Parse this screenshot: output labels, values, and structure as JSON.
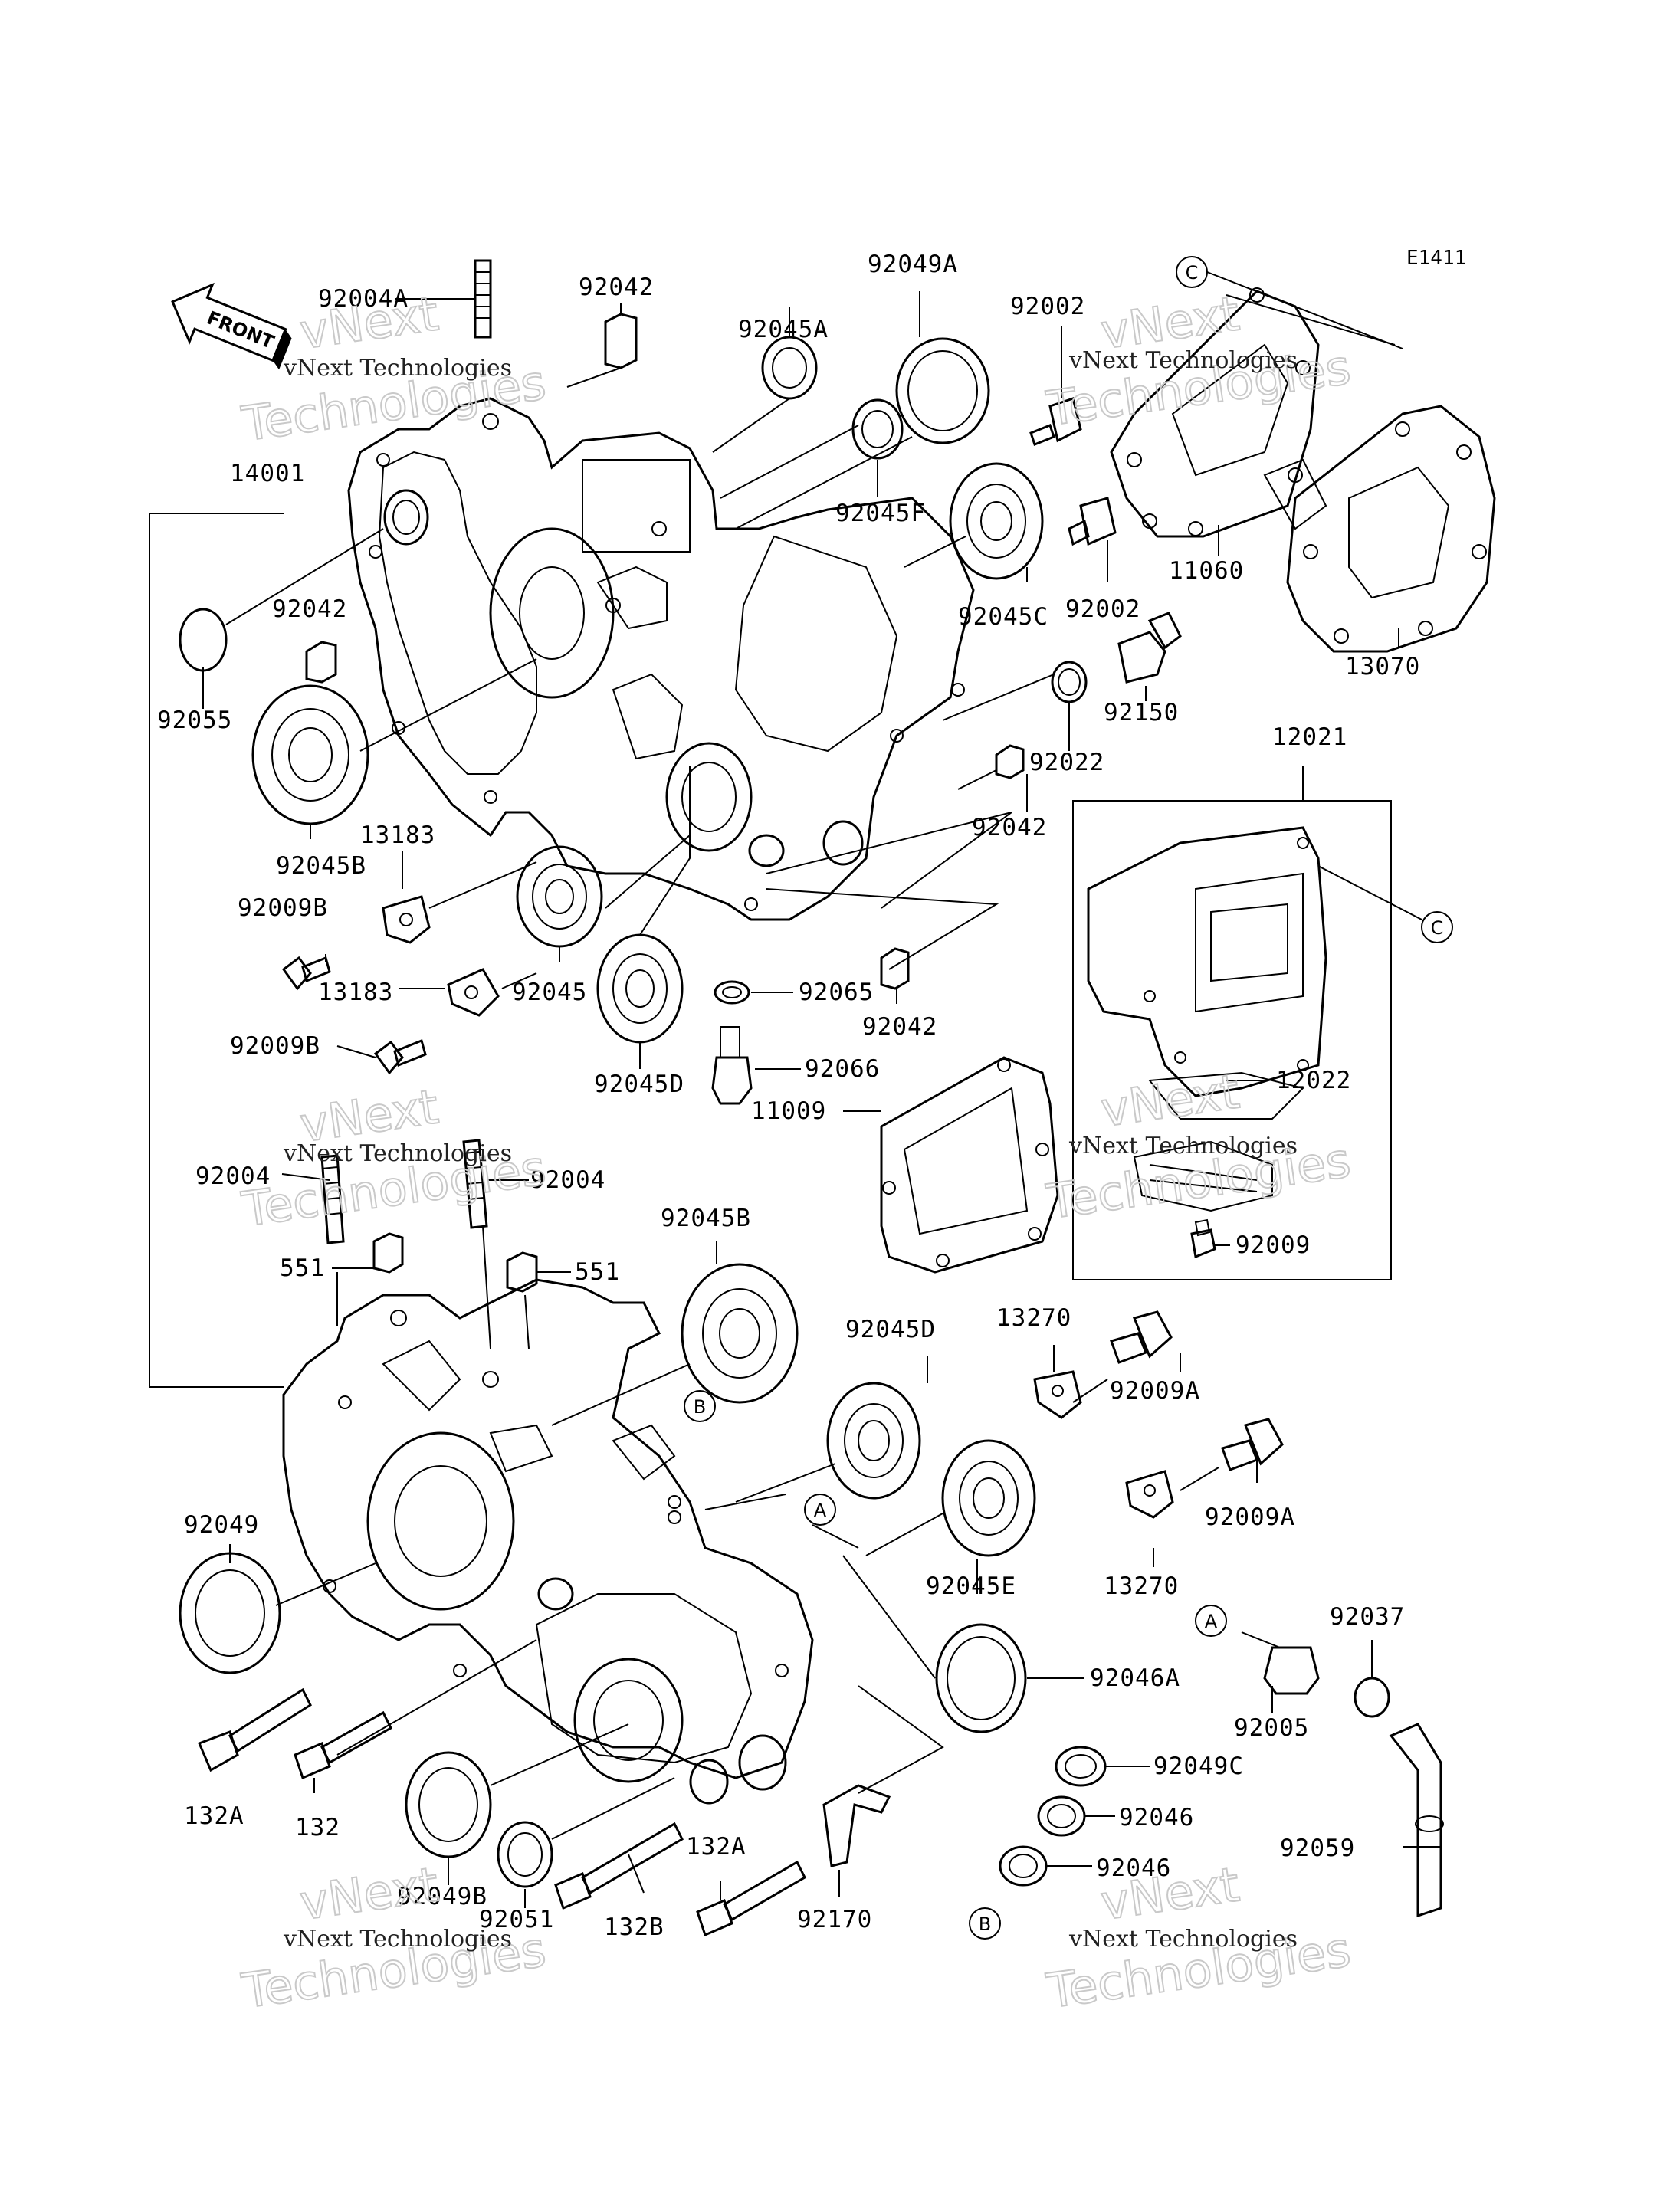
{
  "diagram_code": "E1411",
  "front_label": "FRONT",
  "watermark": {
    "line1": "vNext Technologies",
    "line2": "vNext",
    "line3": "Technologies"
  },
  "callout_letters": [
    "A",
    "B",
    "C"
  ],
  "labels": [
    "92004A",
    "92042",
    "92045A",
    "92049A",
    "92002",
    "14001",
    "92045F",
    "11060",
    "92055",
    "92042",
    "92045C",
    "92002",
    "13070",
    "92150",
    "92022",
    "12021",
    "92045B",
    "92042",
    "13183",
    "92009B",
    "13183",
    "92045",
    "92065",
    "92042",
    "92009B",
    "92066",
    "92045D",
    "12022",
    "11009",
    "92004",
    "92004",
    "92009",
    "551",
    "551",
    "92045B",
    "13270",
    "92045D",
    "92009A",
    "92049",
    "92009A",
    "13270",
    "92045E",
    "92037",
    "92046A",
    "92005",
    "92049C",
    "132A",
    "132",
    "92046",
    "92046",
    "92059",
    "132A",
    "92049B",
    "92051",
    "132B",
    "92170"
  ]
}
